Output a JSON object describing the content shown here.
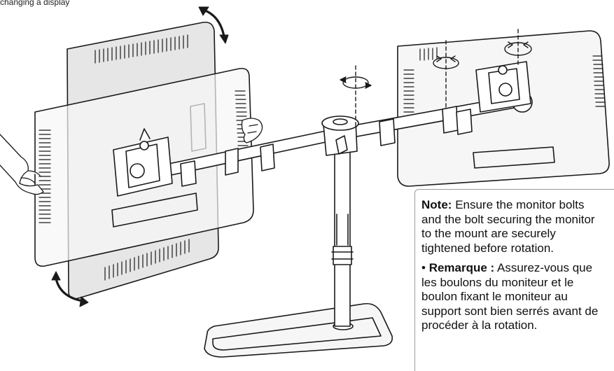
{
  "caption_top": "changing a display",
  "note": {
    "en_label": "Note:",
    "en_lines": [
      "Ensure the monitor bolts",
      "and the bolt securing the monitor",
      "to the mount are securely",
      "tightened before rotation."
    ],
    "fr_bullet": "•",
    "fr_label": "Remarque :",
    "fr_lines": [
      "Assurez-vous que",
      "les boulons du moniteur et le",
      "boulon fixant le moniteur au",
      "support sont bien serrés avant de",
      "procéder à la rotation."
    ]
  },
  "colors": {
    "line": "#1a1a1a",
    "monitor_fill": "#f6f6f6",
    "rotated_monitor_fill": "#e6e6e6",
    "note_border": "#9a9a9a"
  },
  "icons": [
    "rotate-arrow-icon",
    "rotate-axis-icon",
    "hand-icon"
  ]
}
